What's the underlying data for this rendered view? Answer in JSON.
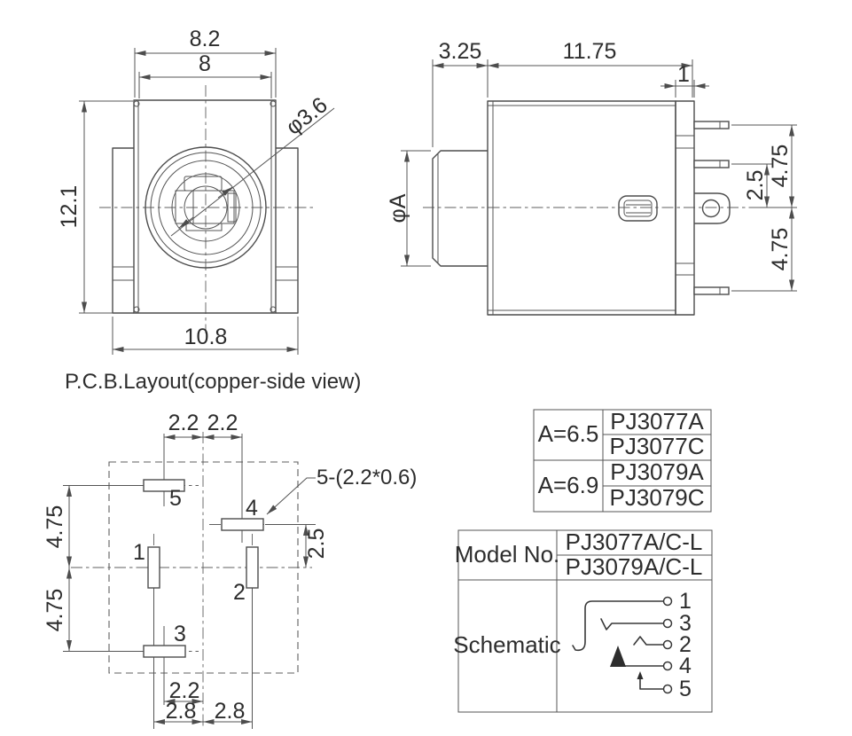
{
  "front_view": {
    "dim_width_outer": "8.2",
    "dim_width_inner": "8",
    "dim_height": "12.1",
    "dim_base_width": "10.8",
    "dim_hole_dia": "φ3.6"
  },
  "side_view": {
    "dim_bushing_length": "3.25",
    "dim_body_length": "11.75",
    "dim_pin_plate": "1",
    "dim_bushing_dia": "φA",
    "dim_pin_top": "4.75",
    "dim_pin_mid": "2.5",
    "dim_pin_bottom": "4.75"
  },
  "pcb_layout": {
    "title": "P.C.B.Layout(copper-side view)",
    "hole_callout": "5-(2.2*0.6)",
    "dim_top_left": "2.2",
    "dim_top_right": "2.2",
    "dim_left_upper": "4.75",
    "dim_left_lower": "4.75",
    "dim_right": "2.5",
    "dim_bottom_center": "2.2",
    "dim_bottom_left": "2.8",
    "dim_bottom_right": "2.8",
    "pad_labels": {
      "p1": "1",
      "p2": "2",
      "p3": "3",
      "p4": "4",
      "p5": "5"
    }
  },
  "variant_table": {
    "a1": "A=6.5",
    "a1_model1": "PJ3077A",
    "a1_model2": "PJ3077C",
    "a2": "A=6.9",
    "a2_model1": "PJ3079A",
    "a2_model2": "PJ3079C"
  },
  "model_table": {
    "header": "Model No.",
    "model1": "PJ3077A/C-L",
    "model2": "PJ3079A/C-L",
    "schematic_label": "Schematic",
    "pins": {
      "p1": "1",
      "p3": "3",
      "p2": "2",
      "p4": "4",
      "p5": "5"
    }
  }
}
